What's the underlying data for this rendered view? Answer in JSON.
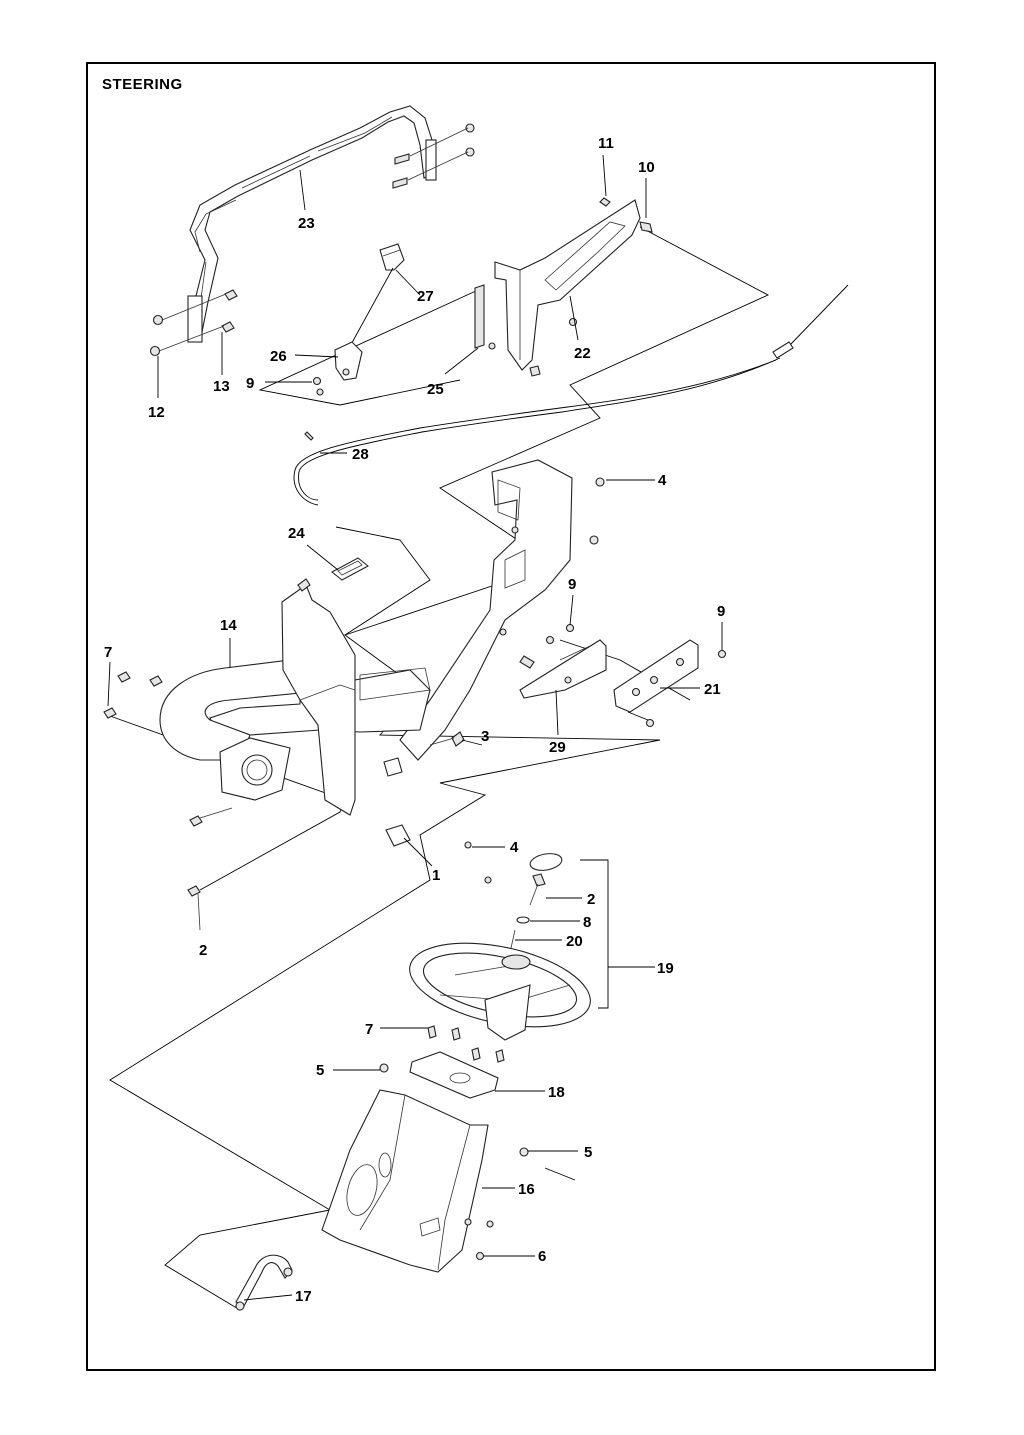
{
  "title": "STEERING",
  "callouts": {
    "c1": "1",
    "c2a": "2",
    "c2b": "2",
    "c3": "3",
    "c4a": "4",
    "c4b": "4",
    "c5a": "5",
    "c5b": "5",
    "c6": "6",
    "c7a": "7",
    "c7b": "7",
    "c8": "8",
    "c9a": "9",
    "c9b": "9",
    "c9c": "9",
    "c10": "10",
    "c11": "11",
    "c12": "12",
    "c13": "13",
    "c14": "14",
    "c16": "16",
    "c17": "17",
    "c18": "18",
    "c19": "19",
    "c20": "20",
    "c21": "21",
    "c22": "22",
    "c23": "23",
    "c24": "24",
    "c25": "25",
    "c26": "26",
    "c27": "27",
    "c28": "28",
    "c29": "29"
  }
}
